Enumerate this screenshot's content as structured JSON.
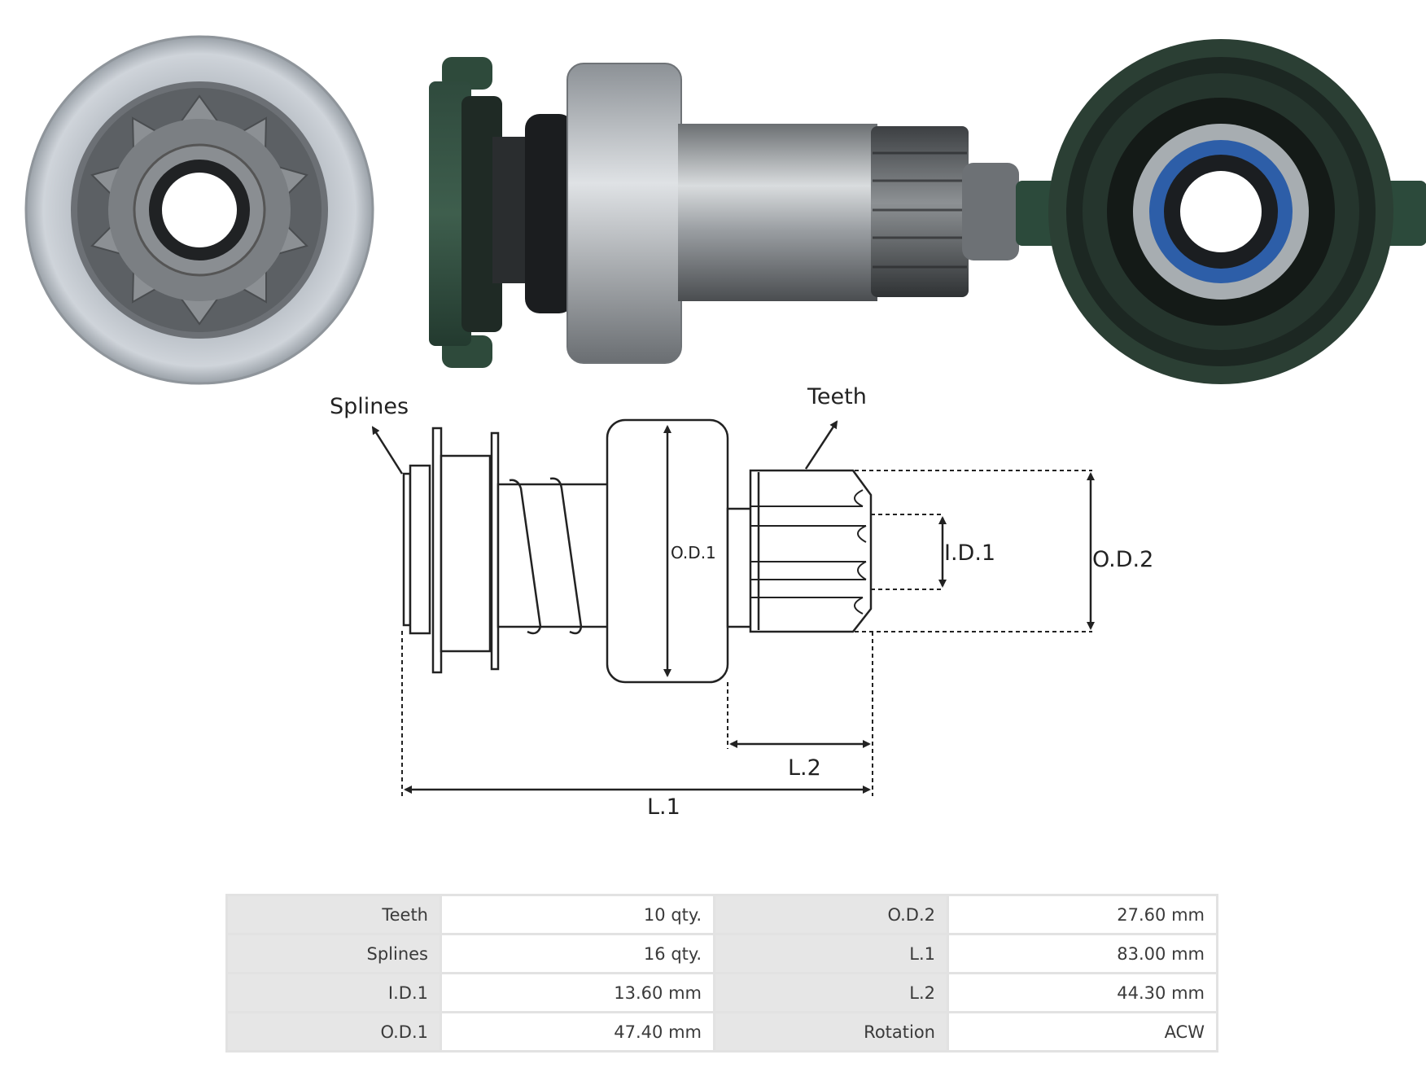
{
  "callouts": {
    "splines": "Splines",
    "teeth": "Teeth"
  },
  "dimensions": {
    "od1": "O.D.1",
    "id1": "I.D.1",
    "od2": "O.D.2",
    "l2": "L.2",
    "l1": "L.1"
  },
  "specs": [
    {
      "label": "Teeth",
      "value": "10 qty.",
      "label2": "O.D.2",
      "value2": "27.60 mm"
    },
    {
      "label": "Splines",
      "value": "16 qty.",
      "label2": "L.1",
      "value2": "83.00 mm"
    },
    {
      "label": "I.D.1",
      "value": "13.60 mm",
      "label2": "L.2",
      "value2": "44.30 mm"
    },
    {
      "label": "O.D.1",
      "value": "47.40 mm",
      "label2": "Rotation",
      "value2": "ACW"
    }
  ]
}
